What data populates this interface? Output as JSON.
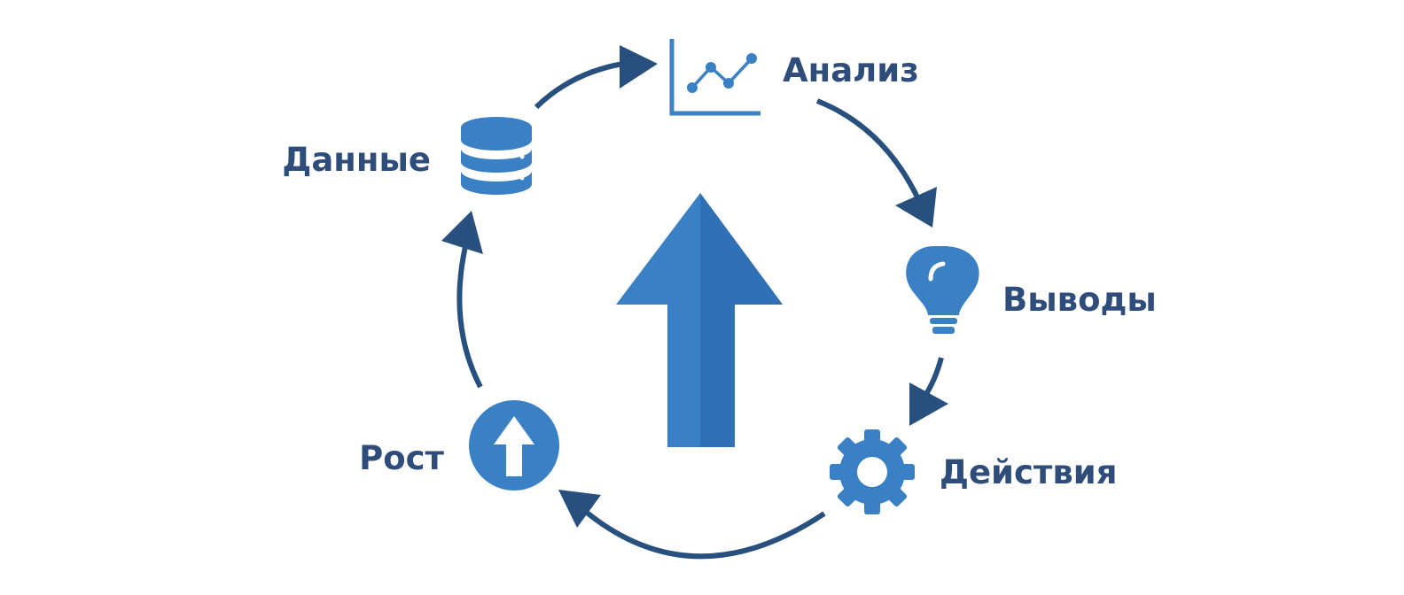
{
  "diagram": {
    "type": "cycle",
    "stages": [
      {
        "id": "data",
        "label": "Данные",
        "icon": "database-icon"
      },
      {
        "id": "analysis",
        "label": "Анализ",
        "icon": "line-chart-icon"
      },
      {
        "id": "insights",
        "label": "Выводы",
        "icon": "lightbulb-icon"
      },
      {
        "id": "actions",
        "label": "Действия",
        "icon": "gear-icon"
      },
      {
        "id": "growth",
        "label": "Рост",
        "icon": "growth-circle-icon"
      }
    ],
    "flow": [
      "data",
      "analysis",
      "insights",
      "actions",
      "growth",
      "data"
    ],
    "center_icon": "big-up-arrow-icon",
    "colors": {
      "icon_blue": "#3a80c4",
      "icon_blue_shade": "#2f71b4",
      "arrow_navy": "#27507f",
      "label_navy": "#2f4d7a",
      "background": "#ffffff"
    }
  }
}
